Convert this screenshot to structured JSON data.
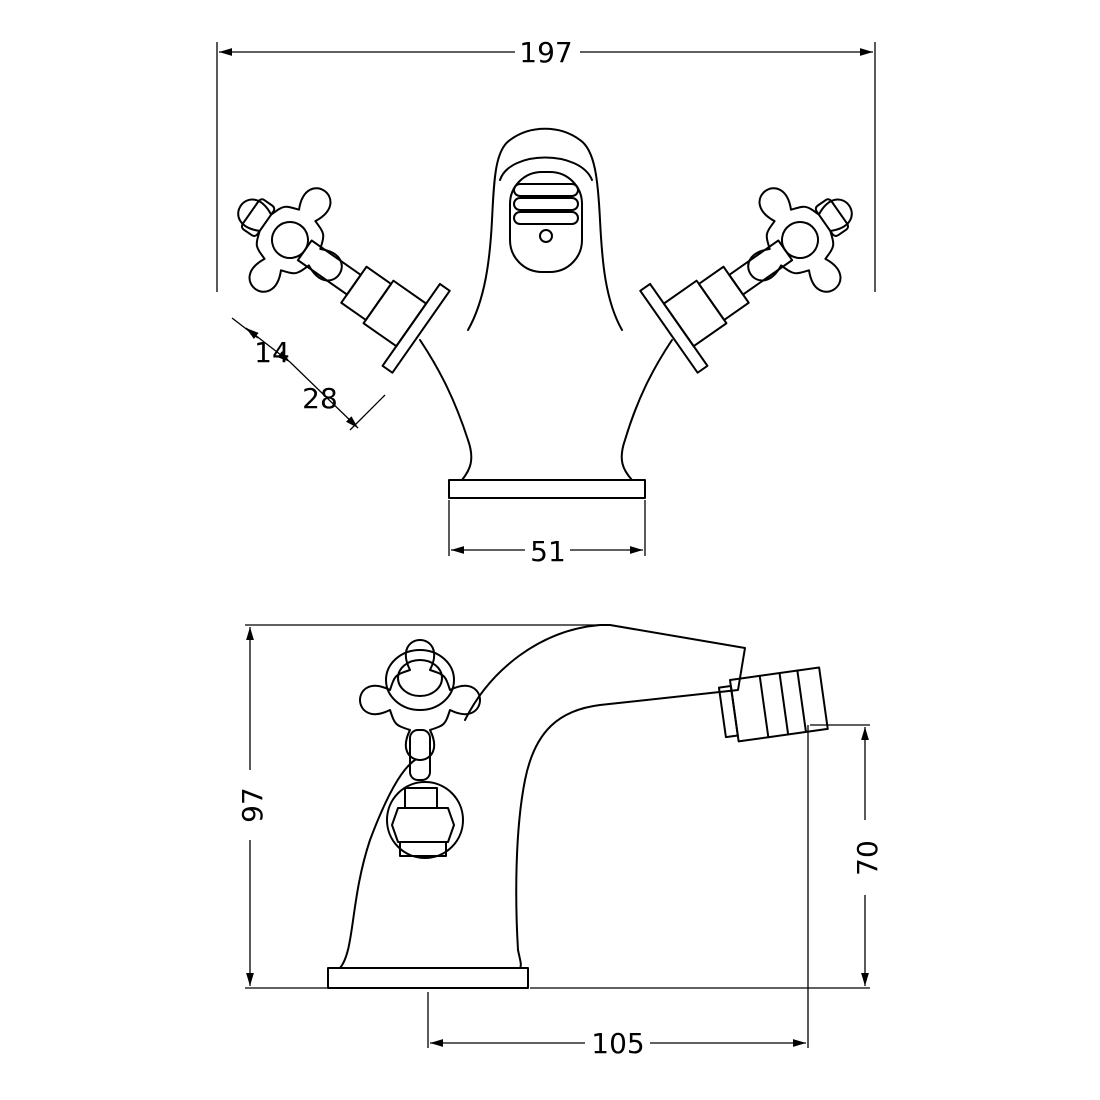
{
  "drawing": {
    "front_view": {
      "width_dimension": "197",
      "handle_dimension_small": "14",
      "handle_dimension_large": "28",
      "base_width_dimension": "51"
    },
    "side_view": {
      "height_dimension": "97",
      "spout_height_dimension": "70",
      "spout_reach_dimension": "105"
    },
    "line_color": "#000000",
    "background_color": "#ffffff"
  }
}
